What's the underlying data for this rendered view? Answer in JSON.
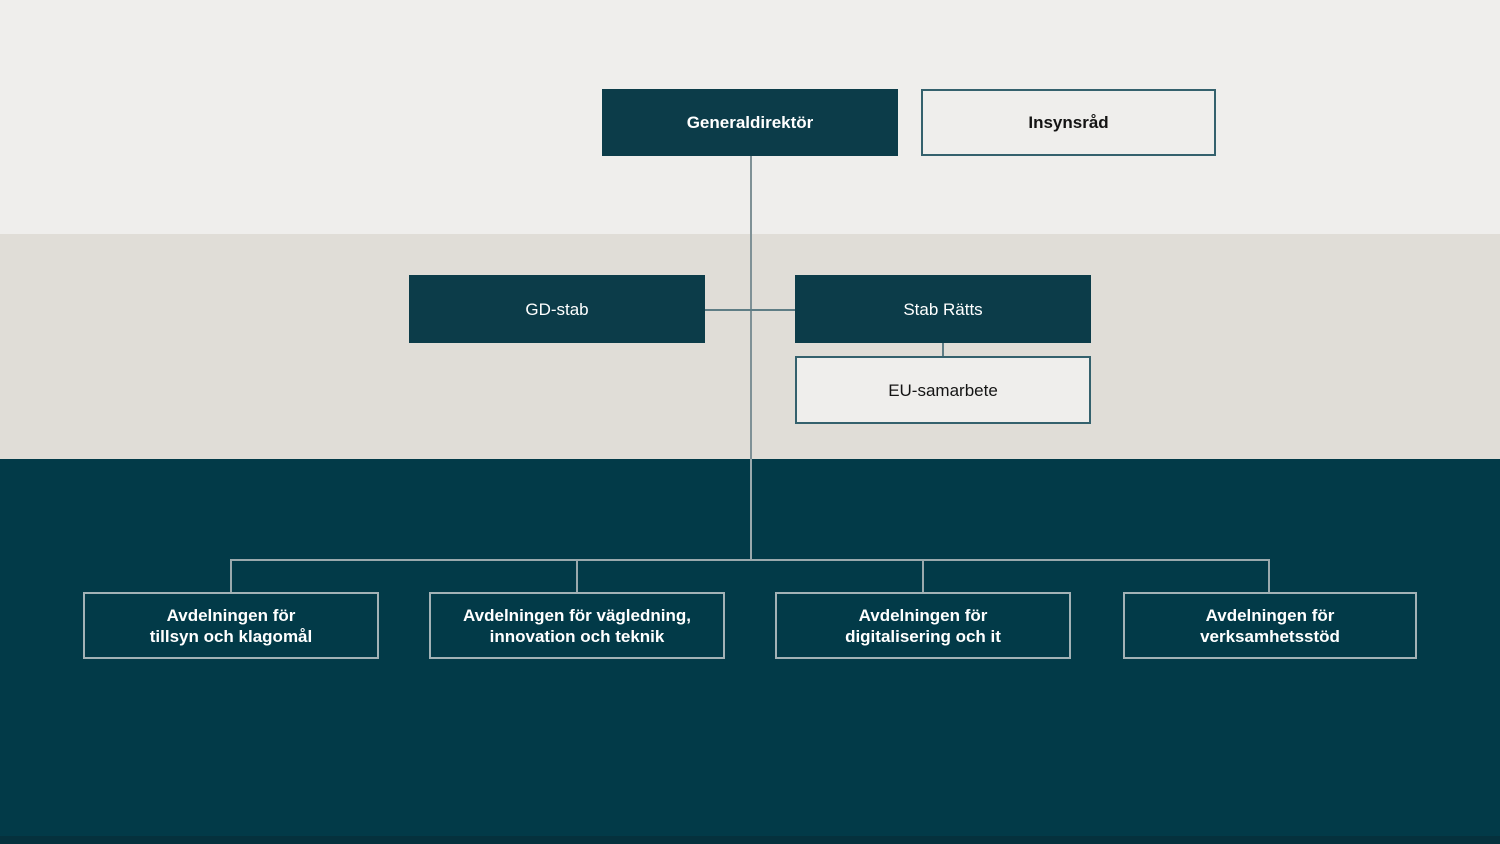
{
  "diagram": {
    "type": "org-chart",
    "nodes": {
      "generaldirektor": {
        "label": "Generaldirektör"
      },
      "insynsrad": {
        "label": "Insynsråd"
      },
      "gd_stab": {
        "label": "GD-stab"
      },
      "stab_ratts": {
        "label": "Stab Rätts"
      },
      "eu_samarbete": {
        "label": "EU-samarbete"
      }
    },
    "departments": [
      {
        "line1": "Avdelningen för",
        "line2": "tillsyn och klagomål"
      },
      {
        "line1": "Avdelningen för vägledning,",
        "line2": "innovation och teknik"
      },
      {
        "line1": "Avdelningen för",
        "line2": "digitalisering och it"
      },
      {
        "line1": "Avdelningen för",
        "line2": "verksamhetsstöd"
      }
    ],
    "edges": [
      {
        "from": "generaldirektor",
        "to": "gd_stab"
      },
      {
        "from": "generaldirektor",
        "to": "stab_ratts"
      },
      {
        "from": "stab_ratts",
        "to": "eu_samarbete"
      },
      {
        "from": "generaldirektor",
        "to": "departments"
      }
    ],
    "colors": {
      "dark_teal_box": "#0c3c49",
      "top_band": "#efeeec",
      "middle_band": "#e0ddd7",
      "bottom_band": "#023a48",
      "footer_strip": "#05313d",
      "teal_border": "#34616d",
      "grey_border": "#a2b2b6",
      "line_on_light": "#7f9196",
      "line_on_dark": "#9aa9ad"
    }
  }
}
